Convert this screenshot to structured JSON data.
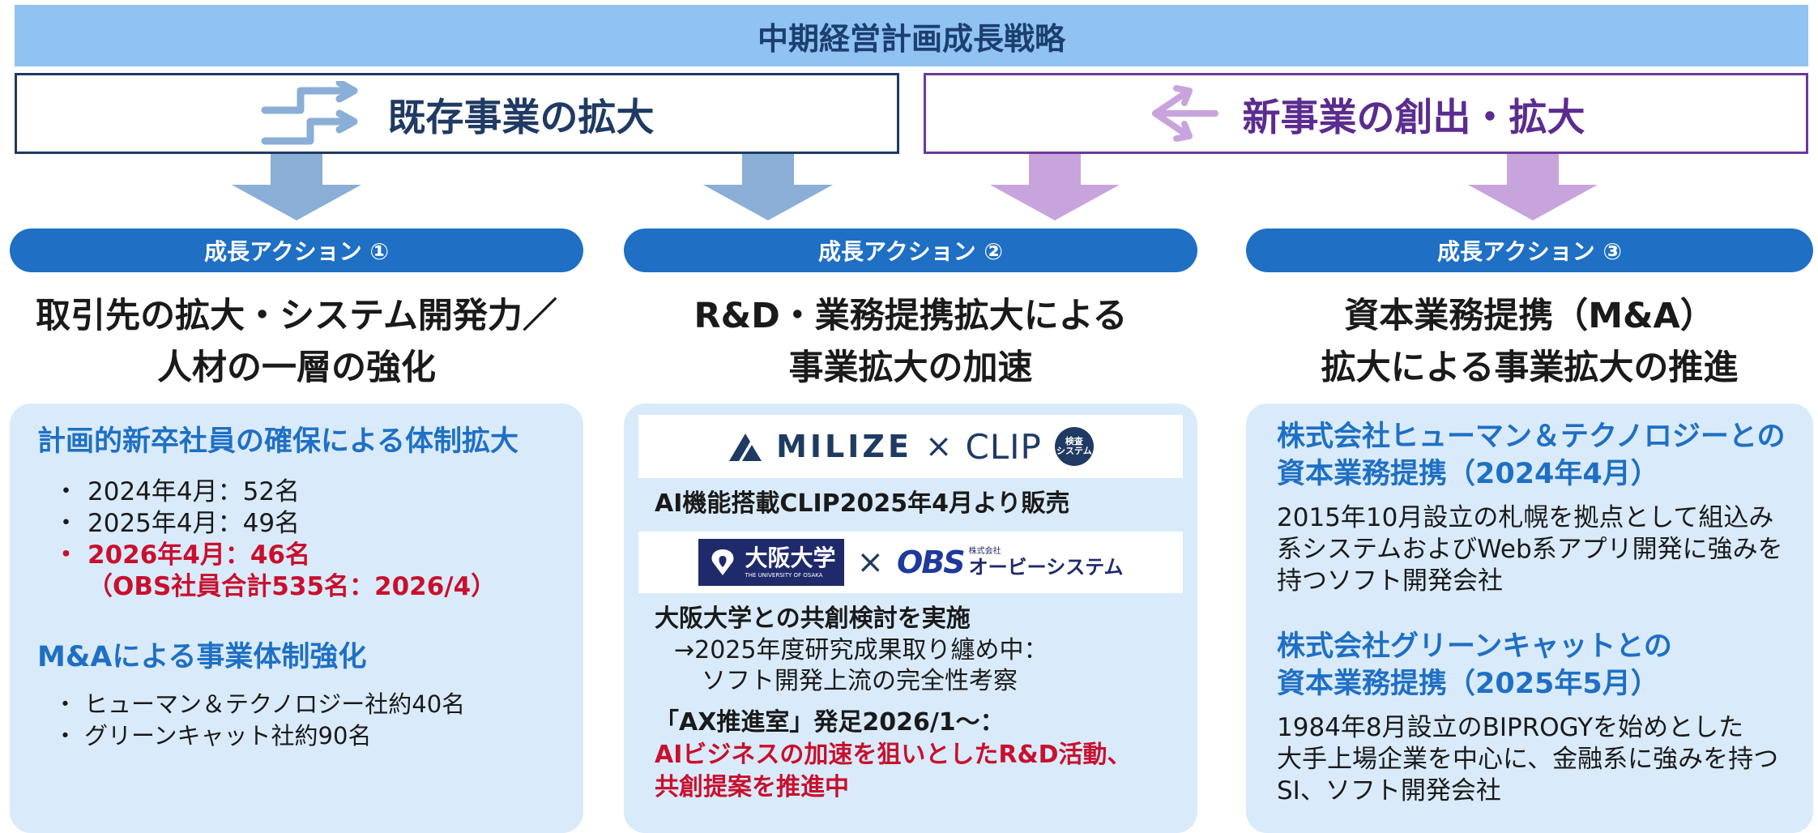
{
  "header": {
    "title": "中期経営計画成長戦略"
  },
  "strategies": {
    "existing": "既存事業の拡大",
    "new": "新事業の創出・拡大"
  },
  "colors": {
    "existing": "#1f3a63",
    "new": "#6a3a9c",
    "accent_blue": "#1f6fc4",
    "panel_bg": "#d9ebfa",
    "emphasis_red": "#c8102e"
  },
  "actions": [
    {
      "label": "成長アクション ①",
      "heading": [
        "取引先の拡大・システム開発力／",
        "人材の一層の強化"
      ]
    },
    {
      "label": "成長アクション ②",
      "heading": [
        "R&D・業務提携拡大による",
        "事業拡大の加速"
      ]
    },
    {
      "label": "成長アクション ③",
      "heading": [
        "資本業務提携（M&A）",
        "拡大による事業拡大の推進"
      ]
    }
  ],
  "panel1": {
    "section1_title": "計画的新卒社員の確保による体制拡大",
    "bullet_char": "・",
    "items": [
      "2024年4月：52名",
      "2025年4月：49名",
      "2026年4月：46名"
    ],
    "items_note": "（OBS社員合計535名：2026/4）",
    "section2_title": "M&Aによる事業体制強化",
    "items2": [
      "ヒューマン＆テクノロジー社約40名",
      "グリーンキャット社約90名"
    ]
  },
  "panel2": {
    "logo1_left": "MILIZE",
    "cross": "×",
    "logo1_right": "CLIP",
    "logo1_badge": [
      "検査",
      "システム"
    ],
    "caption1": "AI機能搭載CLIP2025年4月より販売",
    "logo2_left": "大阪大学",
    "logo2_left_sub": "THE UNIVERSITY OF OSAKA",
    "logo2_right_mark": "OBS",
    "logo2_right_small": "株式会社",
    "logo2_right": "オービーシステム",
    "caption2": "大阪大学との共創検討を実施",
    "detail_line1": "→2025年度研究成果取り纏め中：",
    "detail_line2": "ソフト開発上流の完全性考察",
    "ax_line": "「AX推進室」発足2026/1～：",
    "ax_red1": "AIビジネスの加速を狙いとしたR&D活動、",
    "ax_red2": "共創提案を推進中"
  },
  "panel3": {
    "section1_title": [
      "株式会社ヒューマン＆テクノロジーとの",
      "資本業務提携（2024年4月）"
    ],
    "section1_desc": [
      "2015年10月設立の札幌を拠点として組込み",
      "系システムおよびWeb系アプリ開発に強みを",
      "持つソフト開発会社"
    ],
    "section2_title": [
      "株式会社グリーンキャットとの",
      "資本業務提携（2025年5月）"
    ],
    "section2_desc": [
      "1984年8月設立のBIPROGYを始めとした",
      "大手上場企業を中心に、金融系に強みを持つ",
      "SI、ソフト開発会社"
    ]
  }
}
